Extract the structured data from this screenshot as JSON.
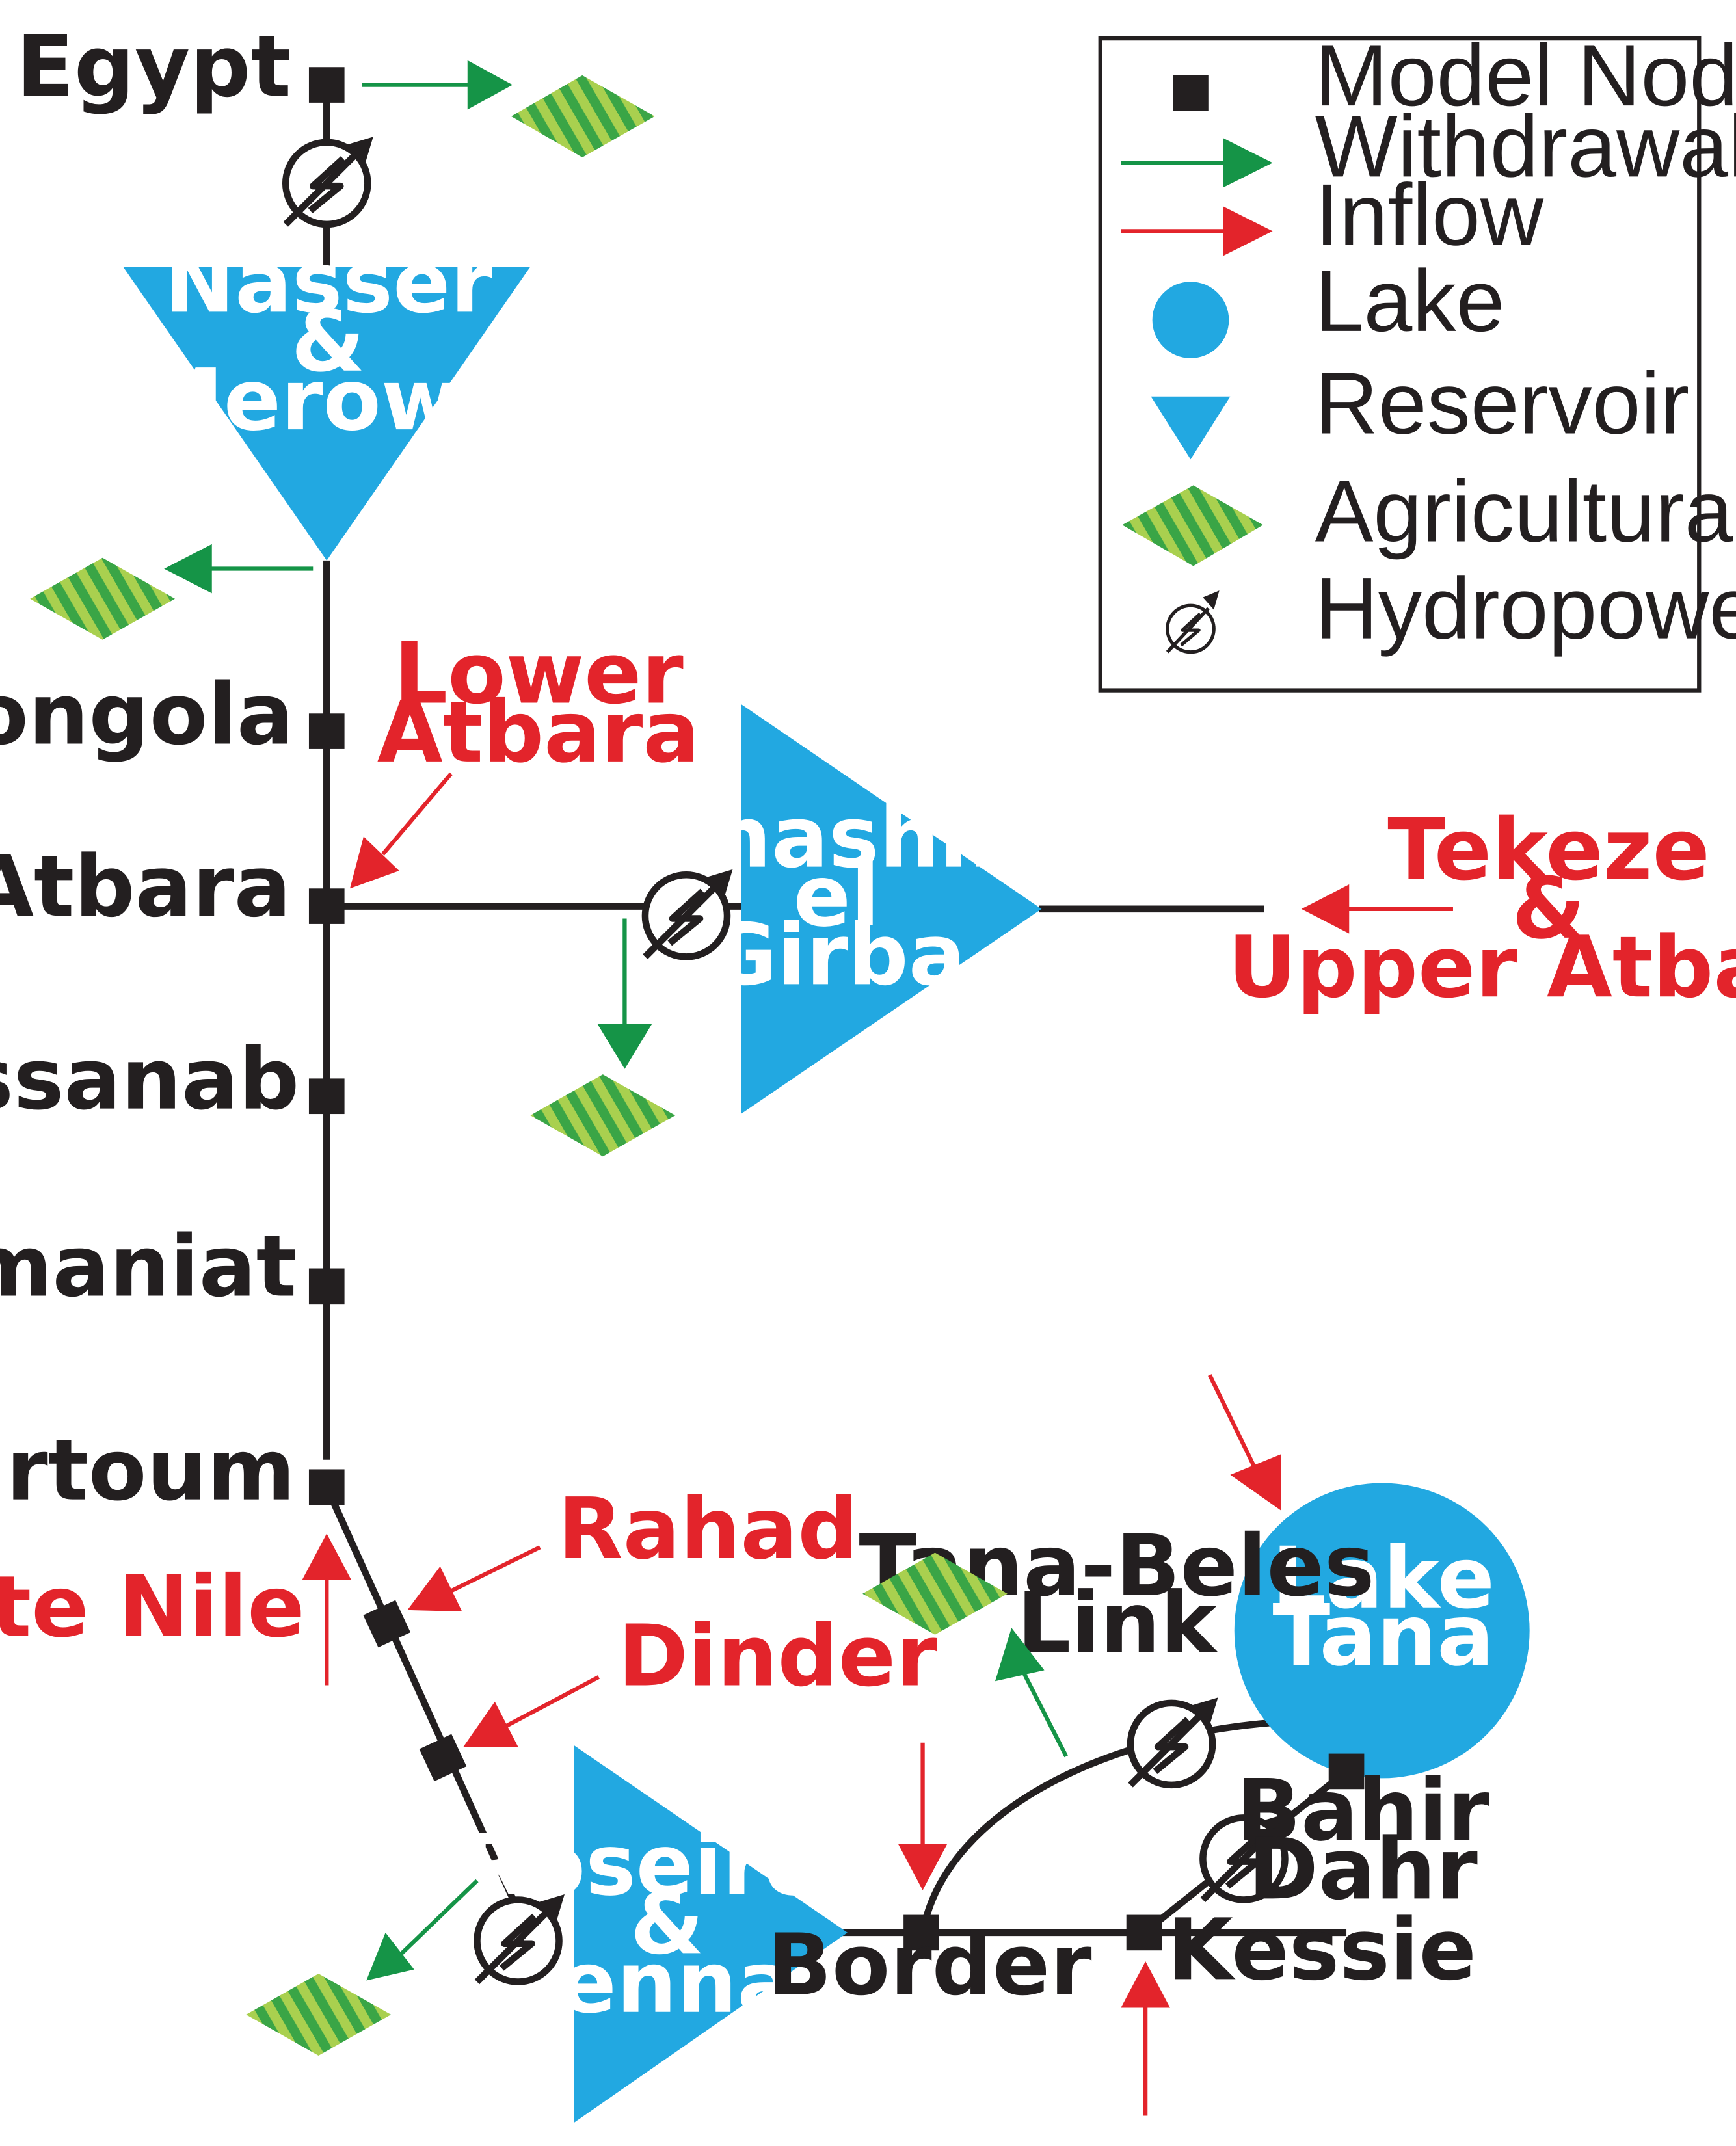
{
  "colors": {
    "water": "#22a8e1",
    "node": "#231f20",
    "withdrawal": "#159447",
    "inflow": "#e3242b",
    "farm_light": "#a9d04f",
    "farm_dark": "#3aa546",
    "text": "#231f20"
  },
  "nodes": {
    "egypt": "Egypt",
    "dongola": "Dongola",
    "atbara": "Atbara",
    "hassanab": "Hassanab",
    "tamaniat": "Tamaniat",
    "khartoum": "Khartoum",
    "border": "Border",
    "kessie": "Kessie",
    "bahir_dahr": [
      "Bahir",
      "Dahr"
    ]
  },
  "reservoirs": {
    "nasser_merowe": [
      "Nasser",
      "&",
      "Merowe"
    ],
    "khashm_el_girba": [
      "Khashm",
      "el",
      "Girba"
    ],
    "roseires_sennar": [
      "Roseires",
      "&",
      "Sennar"
    ]
  },
  "lake": [
    "Lake",
    "Tana"
  ],
  "inflows": {
    "lower_atbara": [
      "Lower",
      "Atbara"
    ],
    "tekeze_upper_atbara": [
      "Tekeze",
      "&",
      "Upper Atbara"
    ],
    "rahad": "Rahad",
    "dinder": "Dinder",
    "white_nile": "White Nile"
  },
  "link": [
    "Tana-Beles",
    "Link"
  ],
  "legend": {
    "model_node": "Model Node",
    "withdrawal": "Withdrawal",
    "inflow": "Inflow",
    "lake": "Lake",
    "reservoir": "Reservoir",
    "agricultural_district": "Agricultural District",
    "hydropower_plant": "Hydropower Plant"
  },
  "icons": [
    "model-node-icon",
    "withdrawal-arrow-icon",
    "inflow-arrow-icon",
    "lake-icon",
    "reservoir-icon",
    "agricultural-district-icon",
    "hydropower-plant-icon"
  ]
}
